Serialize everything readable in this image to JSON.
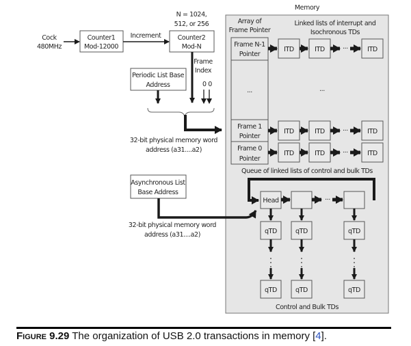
{
  "diagram": {
    "clock": {
      "line1": "Cock",
      "line2": "480MHz"
    },
    "counter1": {
      "line1": "Counter1",
      "line2": "Mod-12000"
    },
    "increment_label": "Increment",
    "counter2": {
      "line1": "Counter2",
      "line2": "Mod-N"
    },
    "n_label": {
      "line1": "N = 1024,",
      "line2": "512, or 256"
    },
    "frame_index": {
      "line1": "Frame",
      "line2": "Index",
      "bits": "0 0"
    },
    "periodic_base": {
      "line1": "Periodic List Base",
      "line2": "Address"
    },
    "periodic_addr": {
      "line1": "32-bit physical memory word",
      "line2": "address (a31....a2)"
    },
    "async_base": {
      "line1": "Asynchronous List",
      "line2": "Base Address"
    },
    "async_addr": {
      "line1": "32-bit physical memory word",
      "line2": "address (a31....a2)"
    },
    "memory": {
      "title": "Memory",
      "array_title": {
        "line1": "Array of",
        "line2": "Frame Pointer"
      },
      "linked_title": {
        "line1": "Linked lists of interrupt and",
        "line2": "Isochronous TDs"
      },
      "frame_pointers": [
        {
          "line1": "Frame N-1",
          "line2": "Pointer"
        },
        {
          "line1": "Frame 1",
          "line2": "Pointer"
        },
        {
          "line1": "Frame 0",
          "line2": "Pointer"
        }
      ],
      "ellipsis": "...",
      "itd_label": "ITD",
      "queue_title": "Queue of linked lists of control and bulk TDs",
      "head_label": "Head",
      "qtd_label": "qTD",
      "control_bulk_label": "Control and Bulk TDs"
    },
    "colors": {
      "memory_fill": "#e6e6e6",
      "box_fill": "#e9e9e9",
      "stroke": "#555555",
      "arrow": "#1a1a1a"
    }
  },
  "caption": {
    "figure": "Figure 9.29",
    "text": " The organization of USB 2.0 transactions in memory [",
    "ref": "4",
    "end": "]."
  }
}
